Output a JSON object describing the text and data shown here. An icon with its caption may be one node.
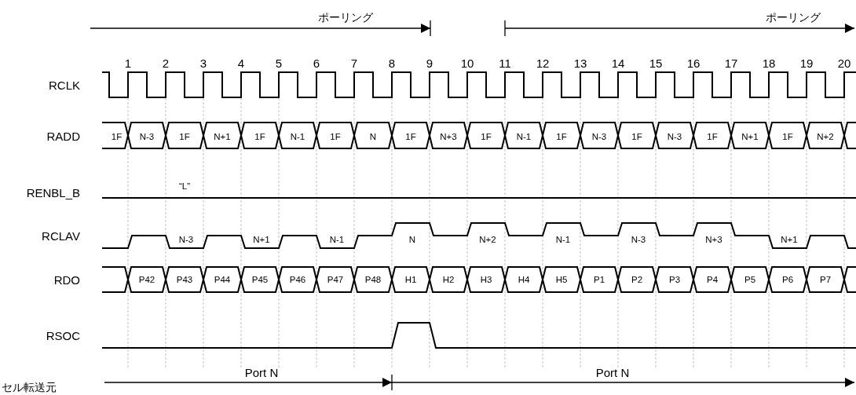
{
  "diagram": {
    "labels": [
      "ポーリング",
      "ポーリング",
      "1",
      "2",
      "3",
      "4",
      "5",
      "6",
      "7",
      "8",
      "9",
      "10",
      "11",
      "12",
      "13",
      "14",
      "15",
      "16",
      "17",
      "18",
      "19",
      "20",
      "RCLK",
      "RADD",
      "1F",
      "N-3",
      "1F",
      "N+1",
      "1F",
      "N-1",
      "1F",
      "N",
      "1F",
      "N+3",
      "1F",
      "N-1",
      "1F",
      "N-3",
      "1F",
      "N-3",
      "1F",
      "N+1",
      "1F",
      "N+2",
      "RENBL_B",
      "“L”",
      "RCLAV",
      "N-3",
      "N+1",
      "N-1",
      "N",
      "N+2",
      "N-1",
      "N-3",
      "N+3",
      "N+1",
      "RDO",
      "P42",
      "P43",
      "P44",
      "P45",
      "P46",
      "P47",
      "P48",
      "H1",
      "H2",
      "H3",
      "H4",
      "H5",
      "P1",
      "P2",
      "P3",
      "P4",
      "P5",
      "P6",
      "P7",
      "RSOC",
      "Port N",
      "Port N",
      "セル転送元"
    ]
  }
}
